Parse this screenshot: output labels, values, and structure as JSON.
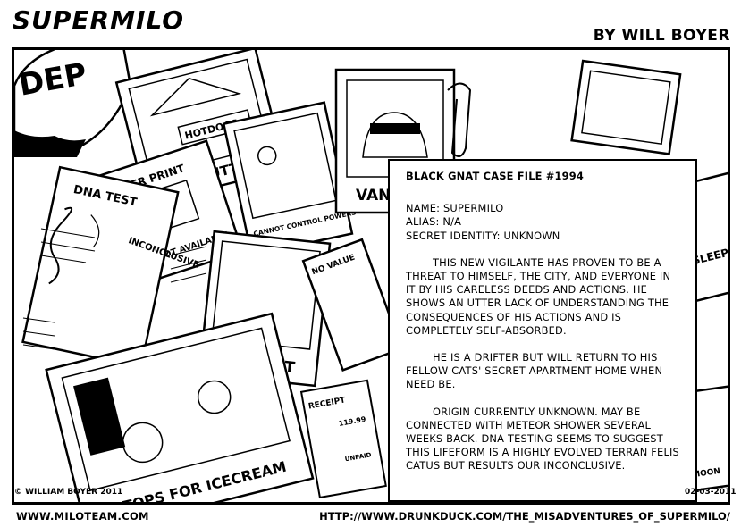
{
  "header": {
    "title": "SUPERMILO",
    "author": "BY WILL BOYER"
  },
  "photos": {
    "dept_badge": "DEP",
    "finger_print": "FINGER PRINT",
    "print_not_available": "PRINT NOT AVAILABLE",
    "gluttony": "GLUTTONY",
    "hotdogs": "HOTDOGS",
    "cannot_control_powers": "CANNOT CONTROL POWERS",
    "vanity": "VANITY",
    "dna_test": "DNA TEST",
    "inconclusive": "INCONCLUSIVE",
    "theft": "THEFT",
    "no_value": "NO VALUE",
    "receipt": "RECEIPT",
    "receipt_amount": "119.99",
    "unpaid": "UNPAID",
    "stops_for_icecream": "STOPS FOR ICECREAM",
    "asleep": "ASLEEP",
    "moon": "MOON"
  },
  "case_file": {
    "title": "BLACK GNAT CASE FILE #1994",
    "name": "NAME: SUPERMILO",
    "alias": "ALIAS: N/A",
    "secret_identity": "SECRET IDENTITY: UNKNOWN",
    "para1": "THIS NEW VIGILANTE HAS PROVEN TO BE A THREAT TO HIMSELF, THE CITY, AND EVERYONE IN IT BY HIS CARELESS DEEDS AND ACTIONS. HE SHOWS AN UTTER LACK OF UNDERSTANDING THE CONSEQUENCES OF HIS ACTIONS AND IS COMPLETELY SELF-ABSORBED.",
    "para2": "HE IS A DRIFTER BUT WILL RETURN TO HIS FELLOW CATS' SECRET APARTMENT HOME WHEN NEED BE.",
    "para3": "ORIGIN CURRENTLY UNKNOWN. MAY BE CONNECTED WITH METEOR SHOWER SEVERAL WEEKS BACK. DNA TESTING SEEMS TO SUGGEST THIS LIFEFORM IS A HIGHLY EVOLVED TERRAN FELIS CATUS BUT RESULTS OUR INCONCLUSIVE."
  },
  "footer": {
    "copyright": "© WILLIAM BOYER 2011",
    "date": "02-03-2011",
    "site": "WWW.MILOTEAM.COM",
    "url": "HTTP://WWW.DRUNKDUCK.COM/THE_MISADVENTURES_OF_SUPERMILO/"
  }
}
